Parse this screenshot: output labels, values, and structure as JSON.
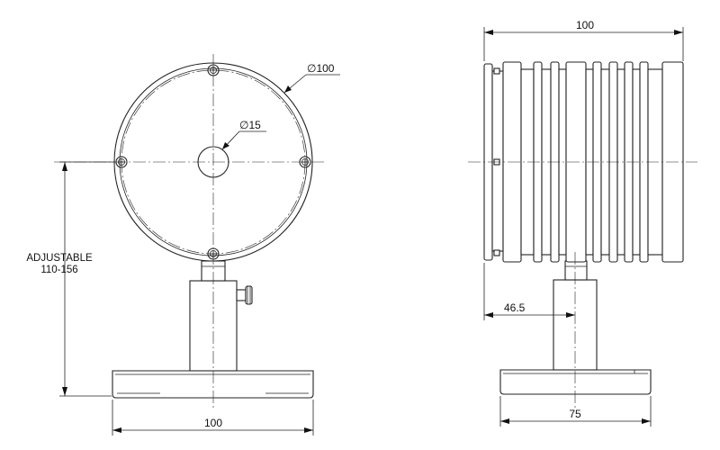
{
  "front_view": {
    "outer_diameter_label": "∅100",
    "bore_diameter_label": "∅15",
    "height_label_line1": "ADJUSTABLE",
    "height_label_line2": "110-156",
    "base_width_label": "100"
  },
  "side_view": {
    "overall_width_label": "100",
    "offset_label": "46.5",
    "base_depth_label": "75"
  }
}
